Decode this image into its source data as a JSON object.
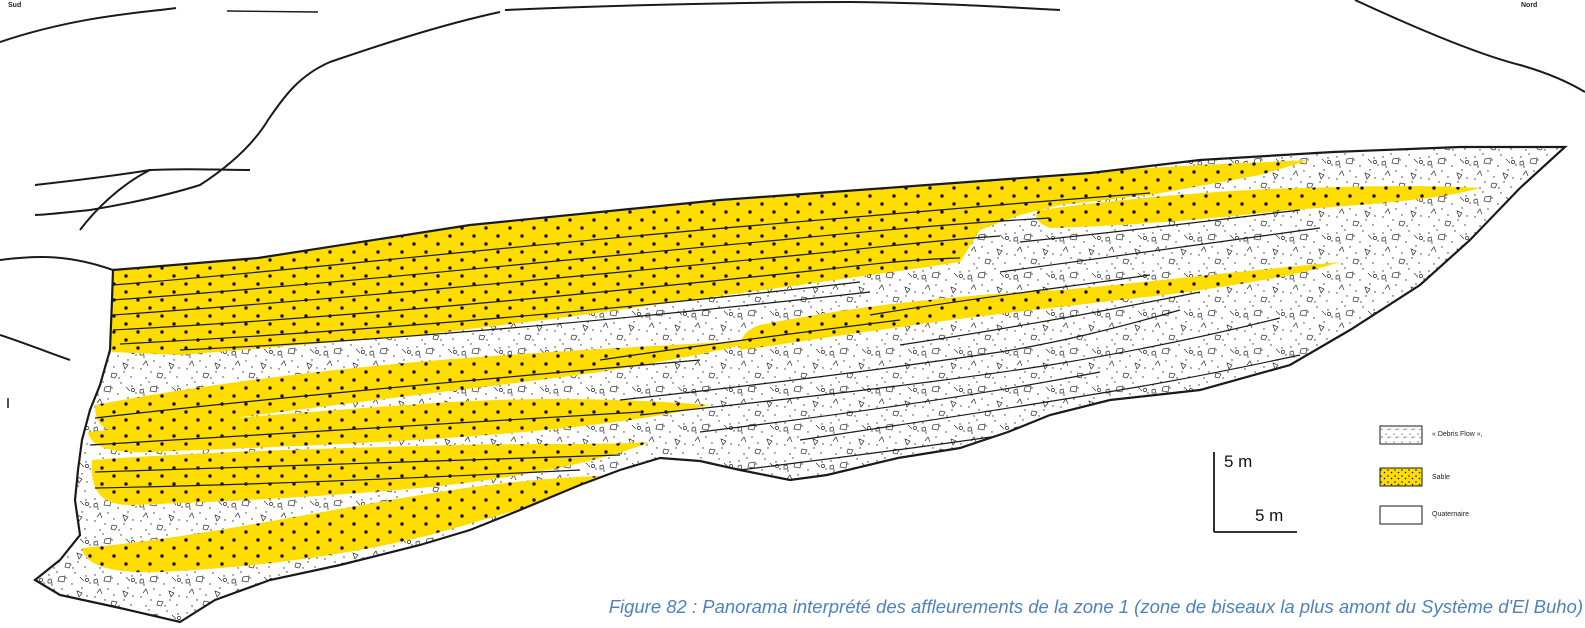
{
  "header": {
    "south_label": "Sud",
    "north_label": "Nord"
  },
  "legend": [
    {
      "label": "« Debris Flow »,",
      "pattern": "debris-flow"
    },
    {
      "label": "Sable",
      "pattern": "sand"
    },
    {
      "label": "Quaternaire",
      "pattern": "quaternary"
    }
  ],
  "scale": {
    "vertical_label": "5 m",
    "horizontal_label": "5 m"
  },
  "caption": "Figure 82 : Panorama interprété des affleurements de la zone 1 (zone de biseaux la plus amont du Système d'El Buho)",
  "colors": {
    "sand": "#ffdd00",
    "caption": "#4f81bd",
    "line": "#1a1a1a"
  }
}
